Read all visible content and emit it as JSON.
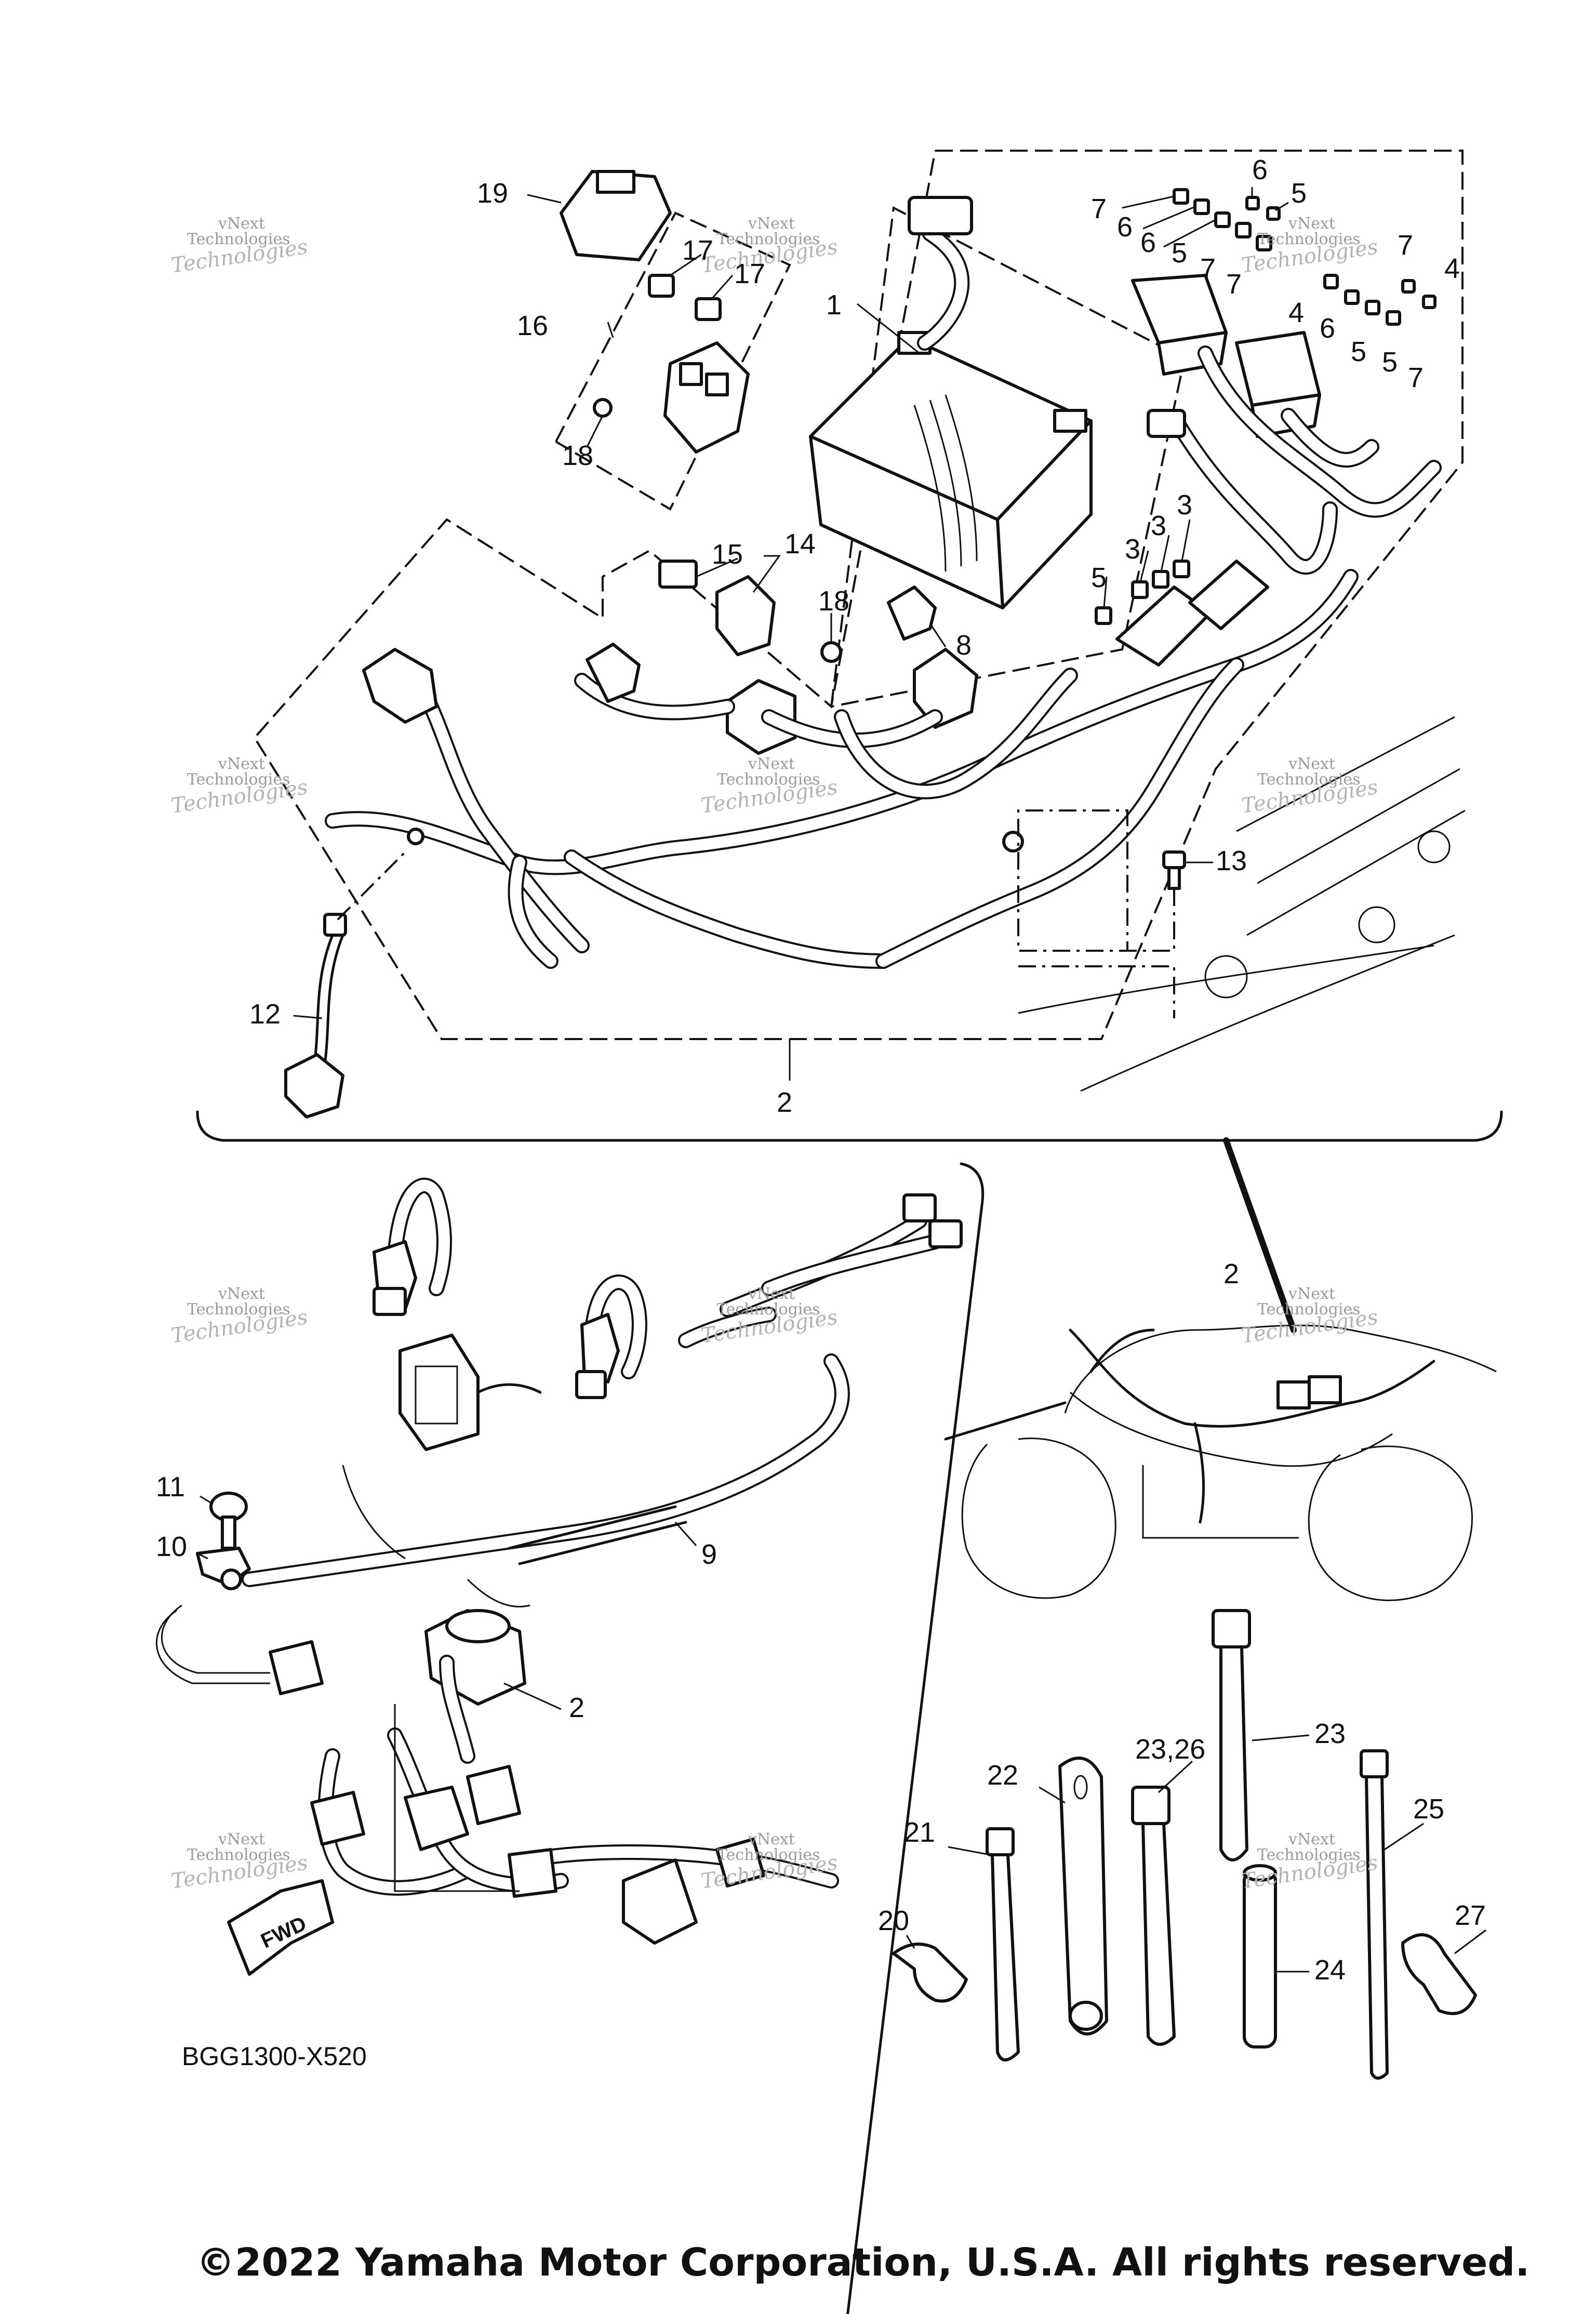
{
  "diagram": {
    "callouts": [
      {
        "id": "c19",
        "text": "19"
      },
      {
        "id": "c17a",
        "text": "17"
      },
      {
        "id": "c17b",
        "text": "17"
      },
      {
        "id": "c16",
        "text": "16"
      },
      {
        "id": "c18a",
        "text": "18"
      },
      {
        "id": "c1",
        "text": "1"
      },
      {
        "id": "c6a",
        "text": "6"
      },
      {
        "id": "c5a",
        "text": "5"
      },
      {
        "id": "c7a",
        "text": "7"
      },
      {
        "id": "c6b",
        "text": "6"
      },
      {
        "id": "c6c",
        "text": "6"
      },
      {
        "id": "c5b",
        "text": "5"
      },
      {
        "id": "c7b",
        "text": "7"
      },
      {
        "id": "c7c",
        "text": "7"
      },
      {
        "id": "c7d",
        "text": "7"
      },
      {
        "id": "c4a",
        "text": "4"
      },
      {
        "id": "c4b",
        "text": "4"
      },
      {
        "id": "c6d",
        "text": "6"
      },
      {
        "id": "c5c",
        "text": "5"
      },
      {
        "id": "c5d",
        "text": "5"
      },
      {
        "id": "c7e",
        "text": "7"
      },
      {
        "id": "c3a",
        "text": "3"
      },
      {
        "id": "c3b",
        "text": "3"
      },
      {
        "id": "c3c",
        "text": "3"
      },
      {
        "id": "c5e",
        "text": "5"
      },
      {
        "id": "c15",
        "text": "15"
      },
      {
        "id": "c14",
        "text": "14"
      },
      {
        "id": "c18b",
        "text": "18"
      },
      {
        "id": "c8",
        "text": "8"
      },
      {
        "id": "c13",
        "text": "13"
      },
      {
        "id": "c12",
        "text": "12"
      },
      {
        "id": "c2a",
        "text": "2"
      },
      {
        "id": "c2b",
        "text": "2"
      },
      {
        "id": "c11",
        "text": "11"
      },
      {
        "id": "c10",
        "text": "10"
      },
      {
        "id": "c9",
        "text": "9"
      },
      {
        "id": "c2c",
        "text": "2"
      },
      {
        "id": "c23",
        "text": "23"
      },
      {
        "id": "c2326",
        "text": "23,26"
      },
      {
        "id": "c22",
        "text": "22"
      },
      {
        "id": "c21",
        "text": "21"
      },
      {
        "id": "c25",
        "text": "25"
      },
      {
        "id": "c20",
        "text": "20"
      },
      {
        "id": "c24",
        "text": "24"
      },
      {
        "id": "c27",
        "text": "27"
      }
    ],
    "watermark": {
      "line1": "vNext",
      "line2": "Technologies",
      "overlay": "Technologies"
    },
    "fwd_label": "FWD",
    "part_number": "BGG1300-X520",
    "copyright": "©2022 Yamaha Motor Corporation, U.S.A. All rights reserved."
  }
}
